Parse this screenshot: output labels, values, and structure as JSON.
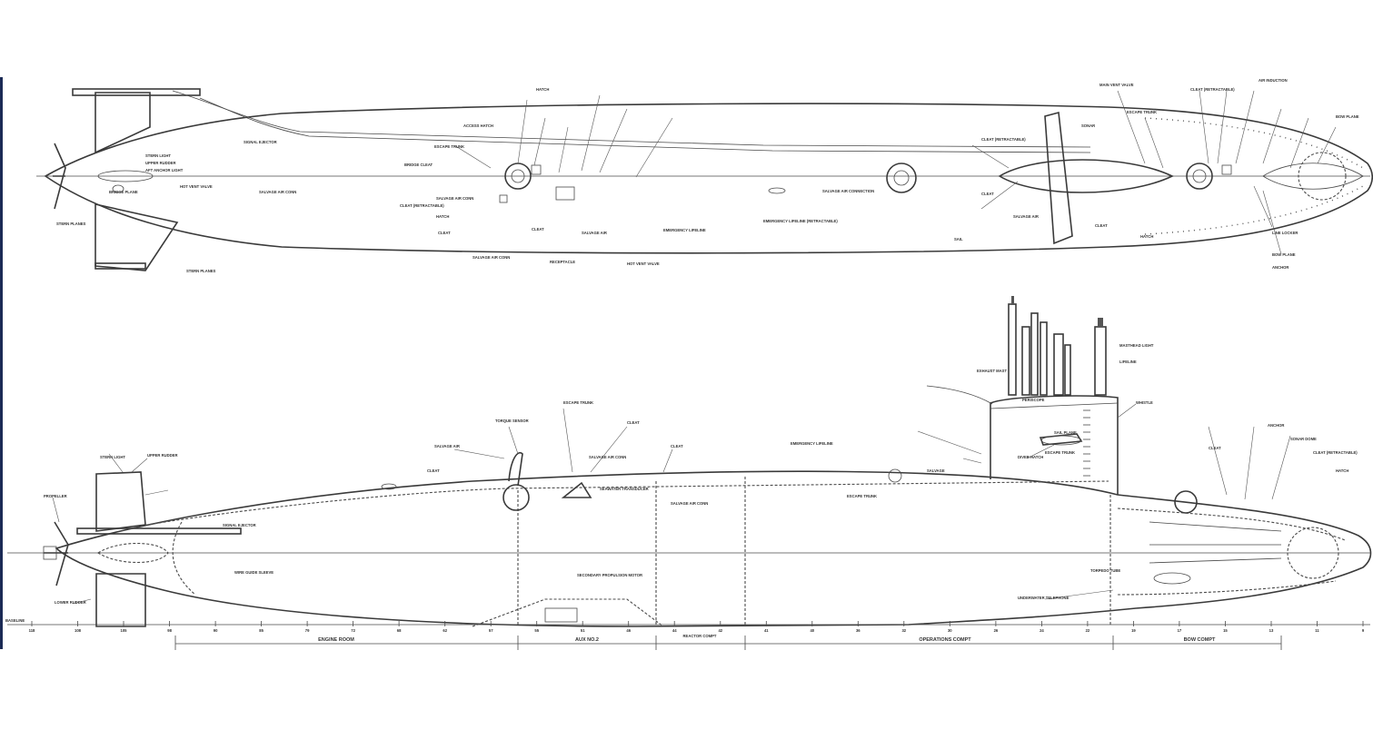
{
  "views": {
    "plan": {
      "labels": [
        {
          "t": "STERN LIGHT"
        },
        {
          "t": "UPPER RUDDER"
        },
        {
          "t": "AFT ANCHOR LIGHT"
        },
        {
          "t": "STERN PLANES"
        },
        {
          "t": "STERN PLANES"
        },
        {
          "t": "BRIDGE PLANE"
        },
        {
          "t": "SIGNAL EJECTOR"
        },
        {
          "t": "HOT VENT VALVE"
        },
        {
          "t": "BRIDGE CLEAT"
        },
        {
          "t": "SALVAGE AIR CONN"
        },
        {
          "t": "CLEAT (RETRACTABLE)"
        },
        {
          "t": "SALVAGE AIR CONN"
        },
        {
          "t": "ESCAPE TRUNK"
        },
        {
          "t": "HATCH"
        },
        {
          "t": "CLEAT"
        },
        {
          "t": "ACCESS HATCH"
        },
        {
          "t": "SALVAGE AIR CONN"
        },
        {
          "t": "CLEAT"
        },
        {
          "t": "HATCH"
        },
        {
          "t": "SALVAGE AIR"
        },
        {
          "t": "RECEPTACLE"
        },
        {
          "t": "EMERGENCY LIFELINE"
        },
        {
          "t": "SALVAGE AIR CONNECTION"
        },
        {
          "t": "EMERGENCY LIFELINE (RETRACTABLE)"
        },
        {
          "t": "HOT VENT VALVE"
        },
        {
          "t": "MAIN VENT VALVE"
        },
        {
          "t": "ESCAPE TRUNK"
        },
        {
          "t": "CLEAT (RETRACTABLE)"
        },
        {
          "t": "SONAR"
        },
        {
          "t": "CLEAT"
        },
        {
          "t": "SAIL"
        },
        {
          "t": "SALVAGE AIR"
        },
        {
          "t": "CLEAT"
        },
        {
          "t": "HATCH"
        },
        {
          "t": "CLEAT (RETRACTABLE)"
        },
        {
          "t": "AIR INDUCTION"
        },
        {
          "t": "BOW PLANE"
        },
        {
          "t": "LINE LOCKER"
        },
        {
          "t": "BOW PLANE"
        },
        {
          "t": "ANCHOR"
        }
      ]
    },
    "profile": {
      "labels": [
        {
          "t": "PROPELLER"
        },
        {
          "t": "STERN LIGHT"
        },
        {
          "t": "UPPER RUDDER"
        },
        {
          "t": "LOWER RUDDER"
        },
        {
          "t": "SIGNAL EJECTOR"
        },
        {
          "t": "WIRE GUIDE SLEEVE"
        },
        {
          "t": "CLEAT"
        },
        {
          "t": "SALVAGE AIR"
        },
        {
          "t": "TORQUE SENSOR"
        },
        {
          "t": "ESCAPE TRUNK"
        },
        {
          "t": "CLEAT"
        },
        {
          "t": "SALVAGE AIR CONN"
        },
        {
          "t": "SEAWATER TRANSDUCER"
        },
        {
          "t": "SECONDARY PROPULSION MOTOR"
        },
        {
          "t": "EMERGENCY LIFELINE"
        },
        {
          "t": "CLEAT"
        },
        {
          "t": "SALVAGE AIR CONN"
        },
        {
          "t": "SALVAGE"
        },
        {
          "t": "ESCAPE TRUNK"
        },
        {
          "t": "EXHAUST MAST"
        },
        {
          "t": "PERISCOPE"
        },
        {
          "t": "WHISTLE"
        },
        {
          "t": "MASTHEAD LIGHT"
        },
        {
          "t": "LIFELINE"
        },
        {
          "t": "SAIL PLANE"
        },
        {
          "t": "DIVER HATCH"
        },
        {
          "t": "ESCAPE TRUNK"
        },
        {
          "t": "TORPEDO TUBE"
        },
        {
          "t": "UNDERWATER TELEPHONE"
        },
        {
          "t": "CLEAT"
        },
        {
          "t": "SONAR DOME"
        },
        {
          "t": "ANCHOR"
        },
        {
          "t": "CLEAT (RETRACTABLE)"
        },
        {
          "t": "HATCH"
        }
      ]
    }
  },
  "compartments": {
    "engine_room": "ENGINE ROOM",
    "aux": "AUX NO.2",
    "reactor": "REACTOR COMPT",
    "operations": "OPERATIONS COMPT",
    "bow": "BOW COMPT"
  },
  "baseline": "BASELINE",
  "frames": [
    "118",
    "108",
    "105",
    "98",
    "90",
    "85",
    "79",
    "72",
    "68",
    "62",
    "57",
    "55",
    "51",
    "46",
    "44",
    "42",
    "41",
    "40",
    "36",
    "32",
    "30",
    "26",
    "24",
    "22",
    "19",
    "17",
    "15",
    "13",
    "11",
    "9"
  ]
}
